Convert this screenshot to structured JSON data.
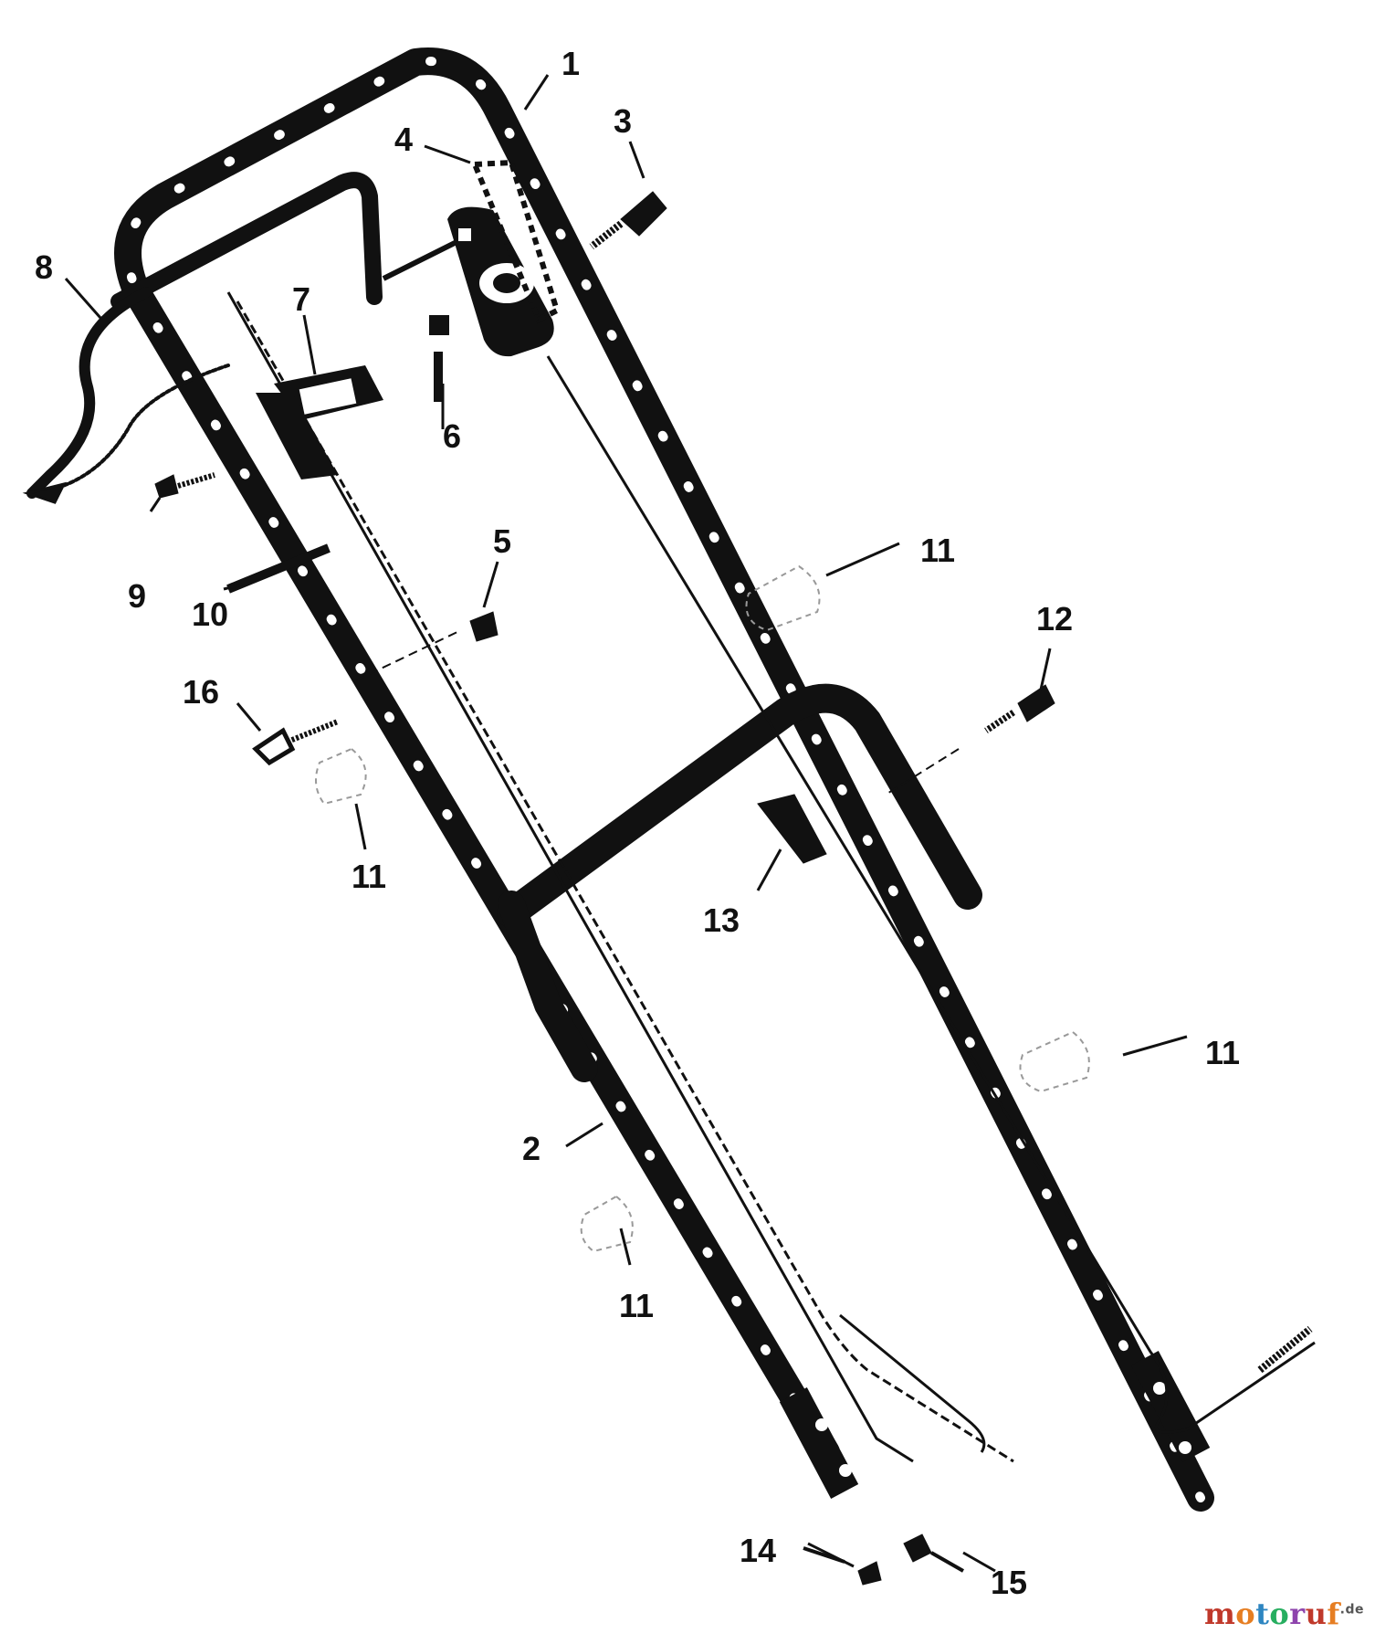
{
  "callouts": [
    "1",
    "2",
    "3",
    "4",
    "5",
    "6",
    "7",
    "8",
    "9",
    "10",
    "11",
    "12",
    "13",
    "14",
    "15",
    "16"
  ],
  "watermark": {
    "parts": [
      {
        "text": "m",
        "color": "#c0392b"
      },
      {
        "text": "o",
        "color": "#e67e22"
      },
      {
        "text": "t",
        "color": "#2e86c1"
      },
      {
        "text": "o",
        "color": "#27ae60"
      },
      {
        "text": "r",
        "color": "#8e44ad"
      },
      {
        "text": "u",
        "color": "#c0392b"
      },
      {
        "text": "f",
        "color": "#e67e22"
      }
    ],
    "suffix": ".de"
  },
  "colors": {
    "ink": "#111111",
    "paper": "#ffffff"
  }
}
